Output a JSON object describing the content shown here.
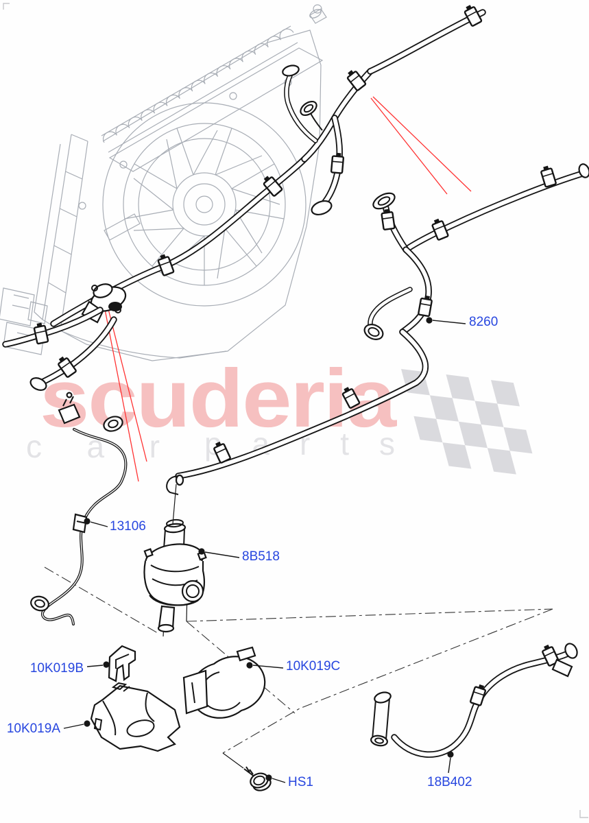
{
  "diagram": {
    "watermark": {
      "brand": "scuderia",
      "word1": "c a r",
      "word2": "p a r t s"
    },
    "labels": {
      "l8260": "8260",
      "l13106": "13106",
      "l8b518": "8B518",
      "l10k019b": "10K019B",
      "l10k019c": "10K019C",
      "l10k019a": "10K019A",
      "lhs1": "HS1",
      "l18b402": "18B402"
    },
    "colors": {
      "part_link_blue": "#2746df",
      "callout_red": "#ff3232",
      "watermark_pink": "#f6c0c0",
      "watermark_gray": "#e3e3e6",
      "drawing_gray": "#a8adb5",
      "ink": "#161616"
    }
  }
}
